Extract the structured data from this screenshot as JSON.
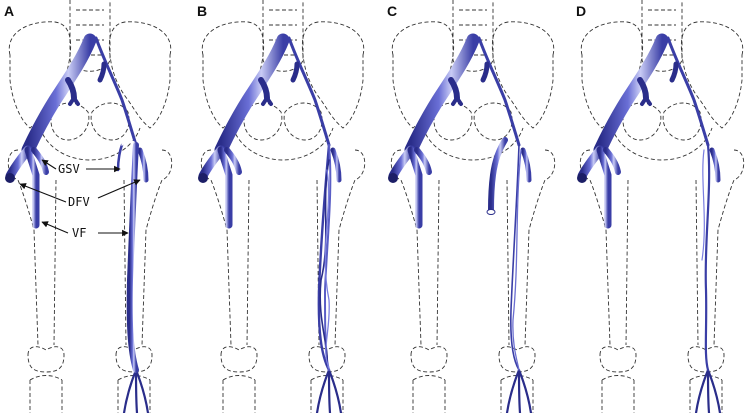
{
  "figure": {
    "panels": [
      {
        "id": "A",
        "label": "A",
        "variant": "short-duplication"
      },
      {
        "id": "B",
        "label": "B",
        "variant": "plexiform-duplication"
      },
      {
        "id": "C",
        "label": "C",
        "variant": "tube-segment"
      },
      {
        "id": "D",
        "label": "D",
        "variant": "single-thin-channel"
      }
    ],
    "annotations": {
      "gsv": "GSV",
      "dfv": "DFV",
      "vf": "VF"
    },
    "colors": {
      "vein_fill": "#4b4fb8",
      "vein_dark": "#2a2d8a",
      "vein_light": "#b9bcf0",
      "bone_outline": "#333333"
    }
  }
}
